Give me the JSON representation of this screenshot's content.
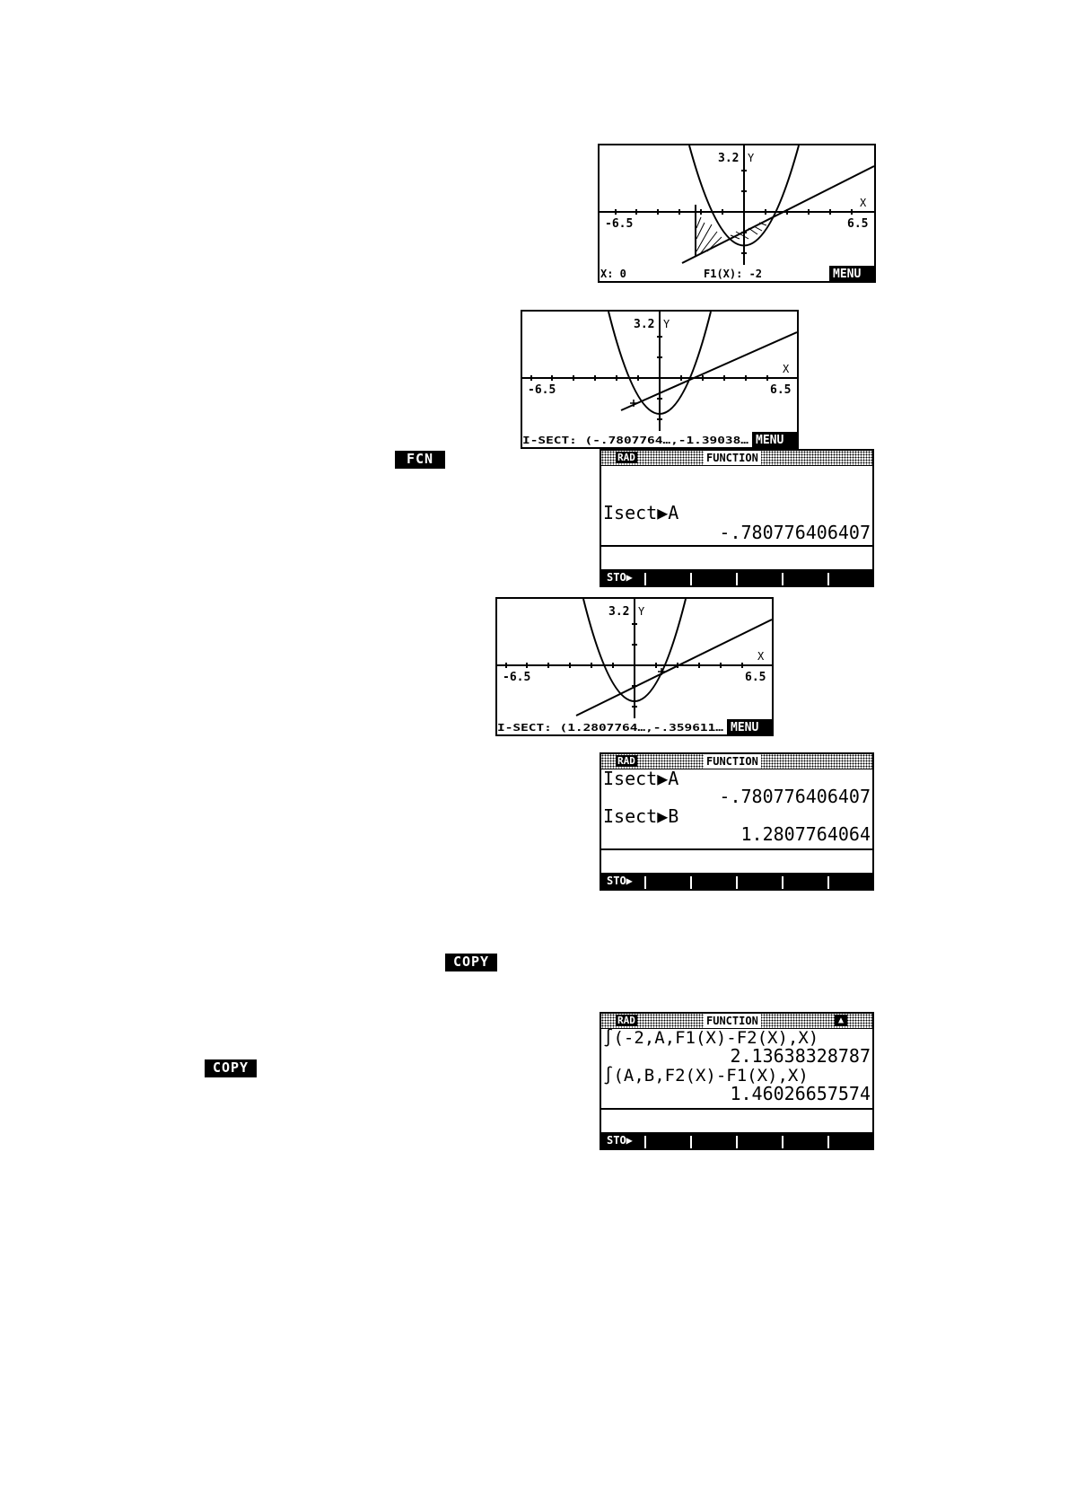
{
  "softkeys": {
    "fcn": "FCN",
    "copy_1": "COPY",
    "copy_2": "COPY"
  },
  "plot_1": {
    "y_label": "3.2",
    "y_axis": "Y",
    "x_axis": "X",
    "x_min_label": "-6.5",
    "x_max_label": "6.5",
    "status_left": "X: 0",
    "status_mid": "F1(X): -2",
    "menu": "MENU"
  },
  "plot_2": {
    "y_label": "3.2",
    "y_axis": "Y",
    "x_axis": "X",
    "x_min_label": "-6.5",
    "x_max_label": "6.5",
    "status": "I-SECT: (-.7807764…,-1.39038…",
    "menu": "MENU"
  },
  "home_1": {
    "mode": "RAD",
    "app": "FUNCTION",
    "lines": [
      "Isect▶A",
      "-.780776406407"
    ],
    "menu_first": "STO▶"
  },
  "plot_3": {
    "y_label": "3.2",
    "y_axis": "Y",
    "x_axis": "X",
    "x_min_label": "-6.5",
    "x_max_label": "6.5",
    "status": "I-SECT: (1.2807764…,-.359611…",
    "menu": "MENU"
  },
  "home_2": {
    "mode": "RAD",
    "app": "FUNCTION",
    "lines": [
      "Isect▶A",
      "-.780776406407",
      "Isect▶B",
      "1.2807764064"
    ],
    "menu_first": "STO▶"
  },
  "home_3": {
    "mode": "RAD",
    "app": "FUNCTION",
    "indicator": "▲",
    "lines": [
      "∫(-2,A,F1(X)-F2(X),X)",
      "2.13638328787",
      "∫(A,B,F2(X)-F1(X),X)",
      "1.46026657574"
    ],
    "menu_first": "STO▶"
  }
}
